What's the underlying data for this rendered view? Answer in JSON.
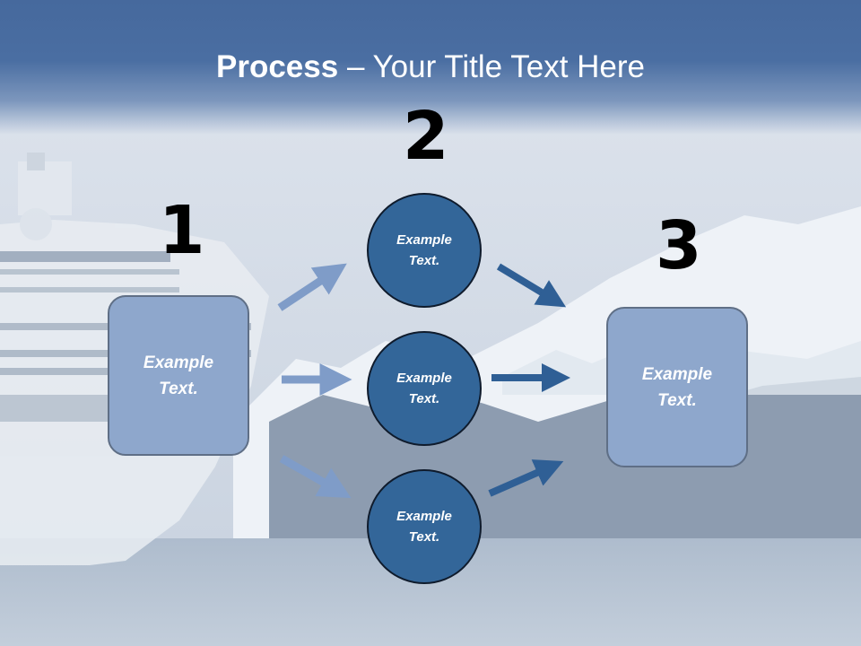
{
  "slide": {
    "title_bold": "Process",
    "title_rest": " – Your Title Text Here"
  },
  "steps": [
    {
      "number": "1",
      "label": "Example\nText."
    },
    {
      "number": "2",
      "label": ""
    },
    {
      "number": "3",
      "label": "Example\nText."
    }
  ],
  "circles": [
    {
      "label": "Example\nText."
    },
    {
      "label": "Example\nText."
    },
    {
      "label": "Example\nText."
    }
  ],
  "colors": {
    "title_band": "#46699d",
    "box_fill": "#8ea7cc",
    "circle_fill": "#336699",
    "arrow_light": "#7f9cc8",
    "arrow_dark": "#2f5f95"
  }
}
